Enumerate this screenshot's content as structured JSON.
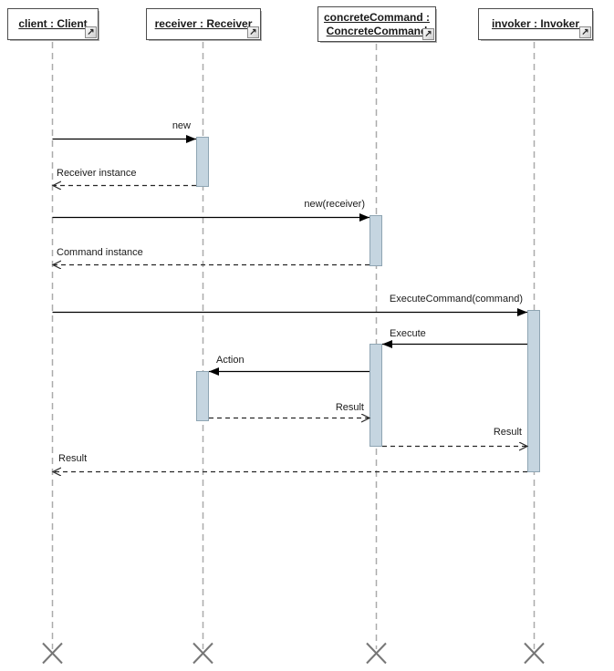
{
  "diagram": {
    "type": "uml-sequence-diagram",
    "lifelines": [
      {
        "id": "client",
        "label": "client : Client"
      },
      {
        "id": "receiver",
        "label": "receiver : Receiver"
      },
      {
        "id": "concreteCommand",
        "label": "concreteCommand : ConcreteCommand"
      },
      {
        "id": "invoker",
        "label": "invoker : Invoker"
      }
    ],
    "messages": [
      {
        "label": "new",
        "type": "sync",
        "from": "client",
        "to": "receiver"
      },
      {
        "label": "Receiver instance",
        "type": "return",
        "from": "receiver",
        "to": "client"
      },
      {
        "label": "new(receiver)",
        "type": "sync",
        "from": "client",
        "to": "concreteCommand"
      },
      {
        "label": "Command instance",
        "type": "return",
        "from": "concreteCommand",
        "to": "client"
      },
      {
        "label": "ExecuteCommand(command)",
        "type": "sync",
        "from": "client",
        "to": "invoker"
      },
      {
        "label": "Execute",
        "type": "sync",
        "from": "invoker",
        "to": "concreteCommand"
      },
      {
        "label": "Action",
        "type": "sync",
        "from": "concreteCommand",
        "to": "receiver"
      },
      {
        "label": "Result",
        "type": "return",
        "from": "receiver",
        "to": "concreteCommand"
      },
      {
        "label": "Result",
        "type": "return",
        "from": "concreteCommand",
        "to": "invoker"
      },
      {
        "label": "Result",
        "type": "return",
        "from": "invoker",
        "to": "client"
      }
    ],
    "icons": {
      "navigate": "↗"
    },
    "colors": {
      "activation_fill": "#c5d5e0",
      "activation_border": "#8fa5b3",
      "lifeline": "#ababab",
      "message_line": "#000000",
      "return_line": "#262626",
      "destroy_cross": "#777777",
      "head_border": "#4d4d4d"
    }
  }
}
